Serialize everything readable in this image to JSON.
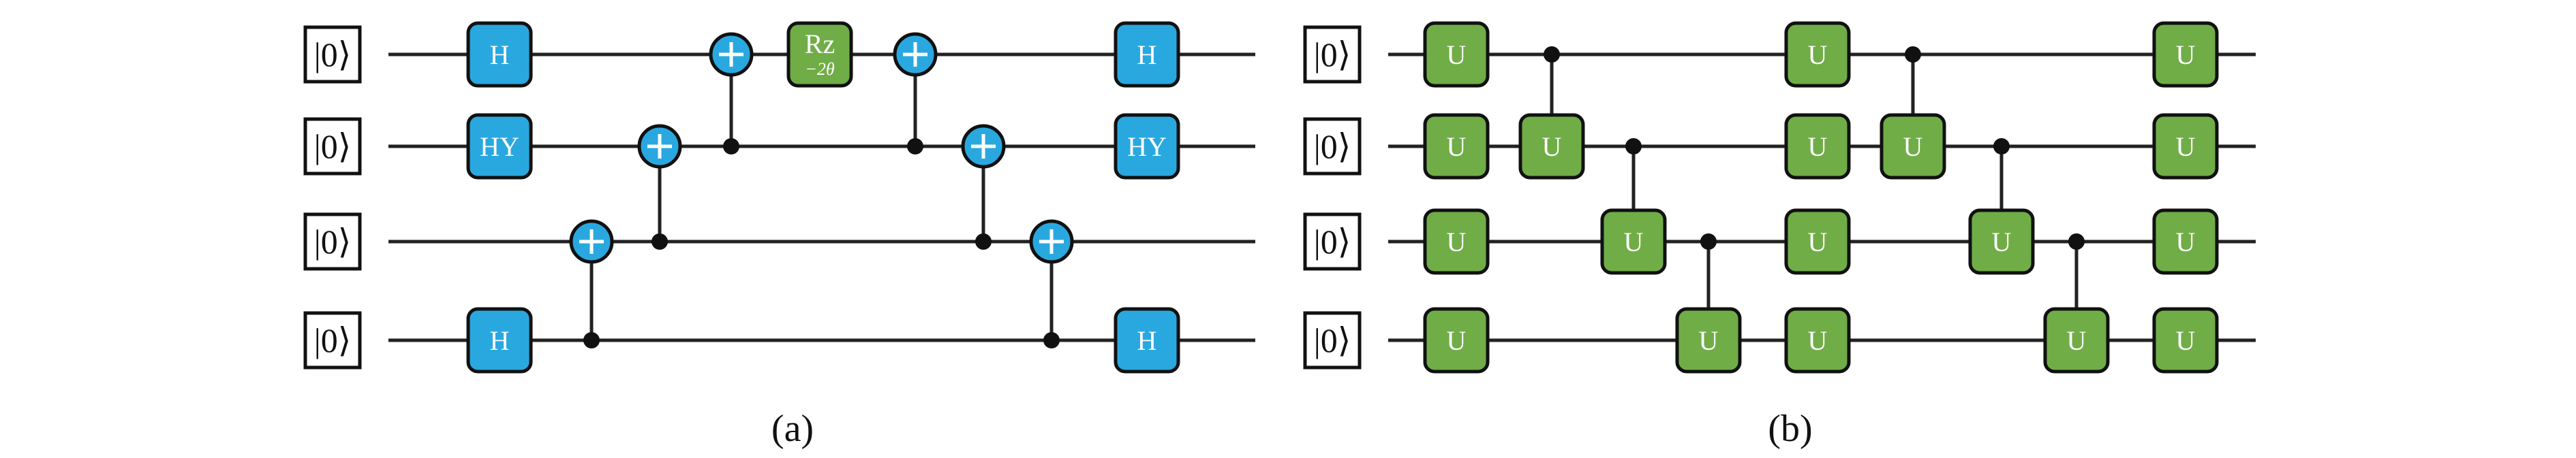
{
  "colors": {
    "blue_gate": "#29a8e0",
    "green_gate": "#70ad47",
    "gate_outline": "#111111",
    "wire": "#222222"
  },
  "circuits": [
    {
      "id": "a",
      "caption": "(a)",
      "qubits": [
        {
          "input": "|0⟩"
        },
        {
          "input": "|0⟩"
        },
        {
          "input": "|0⟩"
        },
        {
          "input": "|0⟩"
        }
      ],
      "gates": [
        {
          "kind": "single",
          "label": "H",
          "wire": 0,
          "step": 0,
          "color": "blue"
        },
        {
          "kind": "single",
          "label": "HY",
          "wire": 1,
          "step": 0,
          "color": "blue"
        },
        {
          "kind": "single",
          "label": "H",
          "wire": 3,
          "step": 0,
          "color": "blue"
        },
        {
          "kind": "cnot",
          "control": 3,
          "target": 2,
          "step": 1
        },
        {
          "kind": "cnot",
          "control": 2,
          "target": 1,
          "step": 2
        },
        {
          "kind": "cnot",
          "control": 1,
          "target": 0,
          "step": 3
        },
        {
          "kind": "single",
          "label": "Rz",
          "sublabel": "−2θ",
          "wire": 0,
          "step": 4,
          "color": "green"
        },
        {
          "kind": "cnot",
          "control": 1,
          "target": 0,
          "step": 5
        },
        {
          "kind": "cnot",
          "control": 2,
          "target": 1,
          "step": 6
        },
        {
          "kind": "cnot",
          "control": 3,
          "target": 2,
          "step": 7
        },
        {
          "kind": "single",
          "label": "H",
          "wire": 0,
          "step": 8,
          "color": "blue"
        },
        {
          "kind": "single",
          "label": "HY",
          "wire": 1,
          "step": 8,
          "color": "blue"
        },
        {
          "kind": "single",
          "label": "H",
          "wire": 3,
          "step": 8,
          "color": "blue"
        }
      ]
    },
    {
      "id": "b",
      "caption": "(b)",
      "qubits": [
        {
          "input": "|0⟩"
        },
        {
          "input": "|0⟩"
        },
        {
          "input": "|0⟩"
        },
        {
          "input": "|0⟩"
        }
      ],
      "gates": [
        {
          "kind": "single",
          "label": "U",
          "wire": 0,
          "step": 0,
          "color": "green"
        },
        {
          "kind": "single",
          "label": "U",
          "wire": 1,
          "step": 0,
          "color": "green"
        },
        {
          "kind": "single",
          "label": "U",
          "wire": 2,
          "step": 0,
          "color": "green"
        },
        {
          "kind": "single",
          "label": "U",
          "wire": 3,
          "step": 0,
          "color": "green"
        },
        {
          "kind": "cu",
          "label": "U",
          "control": 0,
          "target": 1,
          "step": 1
        },
        {
          "kind": "cu",
          "label": "U",
          "control": 1,
          "target": 2,
          "step": 2
        },
        {
          "kind": "cu",
          "label": "U",
          "control": 2,
          "target": 3,
          "step": 3
        },
        {
          "kind": "single",
          "label": "U",
          "wire": 0,
          "step": 4,
          "color": "green"
        },
        {
          "kind": "single",
          "label": "U",
          "wire": 1,
          "step": 4,
          "color": "green"
        },
        {
          "kind": "single",
          "label": "U",
          "wire": 2,
          "step": 4,
          "color": "green"
        },
        {
          "kind": "single",
          "label": "U",
          "wire": 3,
          "step": 4,
          "color": "green"
        },
        {
          "kind": "cu",
          "label": "U",
          "control": 0,
          "target": 1,
          "step": 5
        },
        {
          "kind": "cu",
          "label": "U",
          "control": 1,
          "target": 2,
          "step": 6
        },
        {
          "kind": "cu",
          "label": "U",
          "control": 2,
          "target": 3,
          "step": 7
        },
        {
          "kind": "single",
          "label": "U",
          "wire": 0,
          "step": 8,
          "color": "green"
        },
        {
          "kind": "single",
          "label": "U",
          "wire": 1,
          "step": 8,
          "color": "green"
        },
        {
          "kind": "single",
          "label": "U",
          "wire": 2,
          "step": 8,
          "color": "green"
        },
        {
          "kind": "single",
          "label": "U",
          "wire": 3,
          "step": 8,
          "color": "green"
        }
      ]
    }
  ]
}
